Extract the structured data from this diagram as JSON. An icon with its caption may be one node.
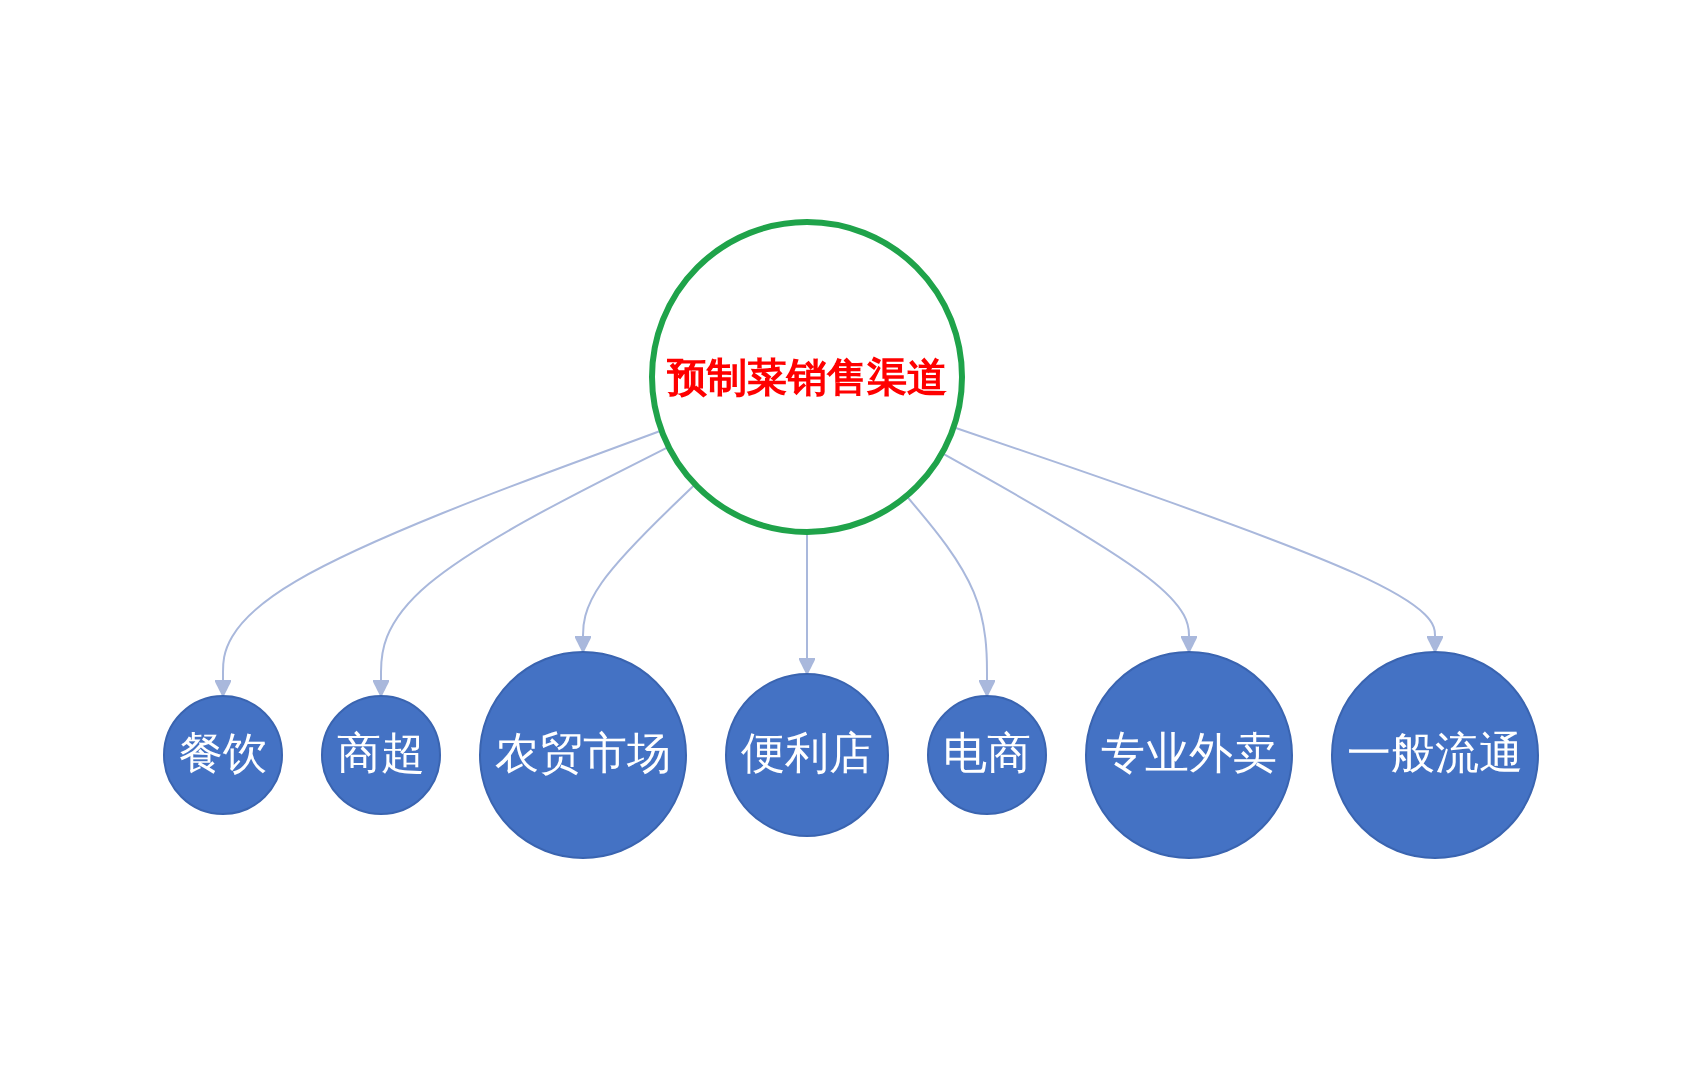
{
  "diagram": {
    "nodes": [
      {
        "text": [
          "预制菜销售渠道"
        ]
      },
      {
        "text": [
          "餐饮"
        ]
      },
      {
        "text": [
          "商超"
        ]
      },
      {
        "text": [
          "农贸市场"
        ]
      },
      {
        "text": [
          "便利店"
        ]
      },
      {
        "text": [
          "电商"
        ]
      },
      {
        "text": [
          "专业外卖"
        ]
      },
      {
        "text": [
          "一般流通"
        ]
      }
    ],
    "edges": [
      {
        "from": 0,
        "to": 1,
        "arrow": "to"
      },
      {
        "from": 0,
        "to": 2,
        "arrow": "to"
      },
      {
        "from": 0,
        "to": 3,
        "arrow": "to"
      },
      {
        "from": 0,
        "to": 4,
        "arrow": "to"
      },
      {
        "from": 0,
        "to": 5,
        "arrow": "to"
      },
      {
        "from": 0,
        "to": 6,
        "arrow": "to"
      },
      {
        "from": 0,
        "to": 7,
        "arrow": "to"
      }
    ]
  }
}
